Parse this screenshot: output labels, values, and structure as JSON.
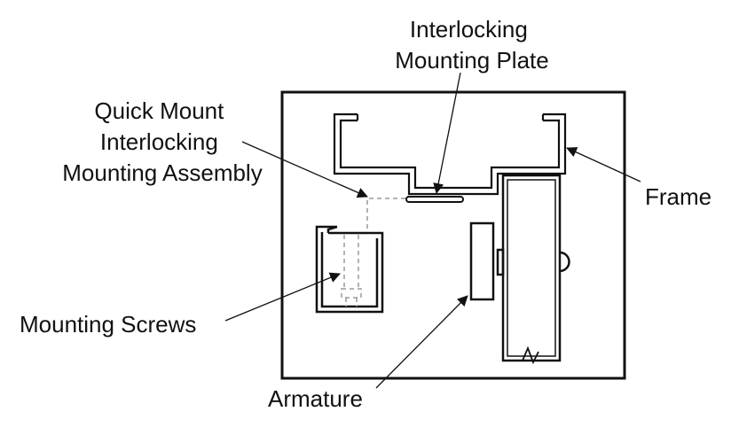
{
  "labels": {
    "mounting_plate": [
      "Interlocking",
      "Mounting Plate"
    ],
    "quick_mount": [
      "Quick Mount",
      "Interlocking",
      "Mounting Assembly"
    ],
    "frame": "Frame",
    "mounting_screws": "Mounting Screws",
    "armature": "Armature"
  },
  "colors": {
    "stroke": "#111111",
    "hidden_line": "#9a9a9a",
    "background": "#ffffff"
  }
}
